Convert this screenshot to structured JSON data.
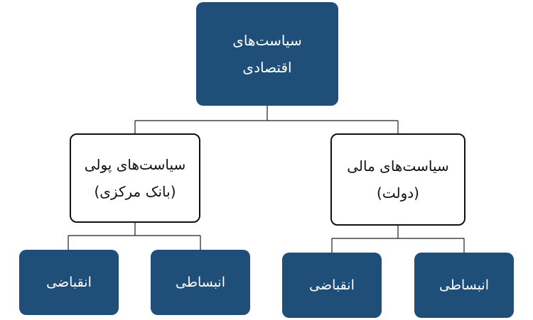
{
  "diagram": {
    "root": {
      "text": "سیاست‌های\nاقتصادی"
    },
    "monetary": {
      "text": "سیاست‌های پولی\n(بانک مرکزی)",
      "children": [
        {
          "text": "انقباضی"
        },
        {
          "text": "انبساطی"
        }
      ]
    },
    "fiscal": {
      "text": "سیاست‌های مالی\n(دولت)",
      "children": [
        {
          "text": "انقباضی"
        },
        {
          "text": "انبساطی"
        }
      ]
    }
  },
  "colors": {
    "dark_box": "#1f4e79",
    "light_box_border": "#111111",
    "connector": "#1f1f1f"
  }
}
